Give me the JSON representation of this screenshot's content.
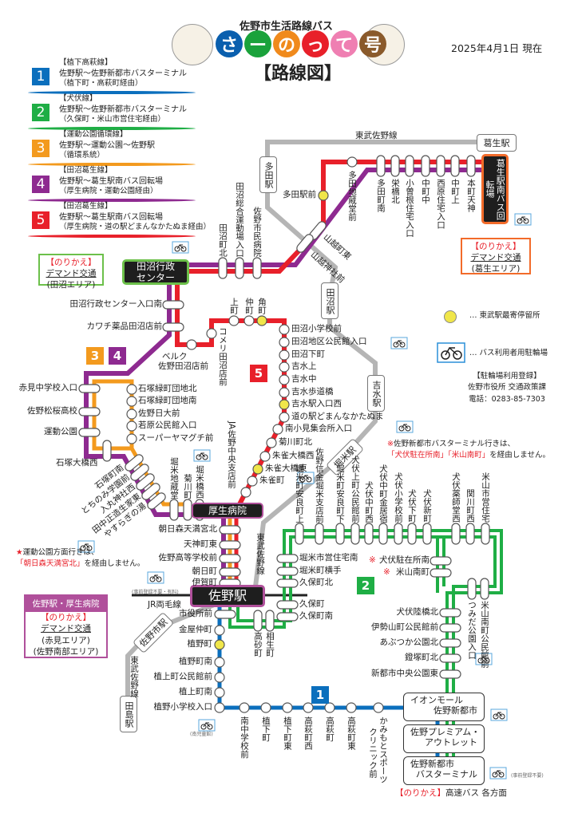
{
  "header": {
    "subtitle": "佐野市生活路線バス",
    "logo_chars": [
      "さ",
      "ー",
      "の",
      "っ",
      "て",
      "号"
    ],
    "logo_colors": [
      "#0a5fae",
      "#1aa23b",
      "#f08a1c",
      "#e8202a",
      "#ef7fb2",
      "#8a5a2b"
    ],
    "title": "【路線図】",
    "date": "2025年4月1日 現在"
  },
  "routes": [
    {
      "num": "1",
      "name": "【植下高萩線】",
      "line1": "佐野駅～佐野新都市バスターミナル",
      "line2": "（植下町・高萩町経由）",
      "color": "#0b6fbd"
    },
    {
      "num": "2",
      "name": "【犬伏線】",
      "line1": "佐野駅～佐野新都市バスターミナル",
      "line2": "（久保町・米山市営住宅経由）",
      "color": "#1fae45"
    },
    {
      "num": "3",
      "name": "【運動公園循環線】",
      "line1": "佐野駅～運動公園～佐野駅",
      "line2": "（循環系統）",
      "color": "#f39a1e"
    },
    {
      "num": "4",
      "name": "【田沼葛生線】",
      "line1": "佐野駅～葛生駅南バス回転場",
      "line2": "（厚生病院・運動公園経由）",
      "color": "#8e2a90"
    },
    {
      "num": "5",
      "name": "【田沼葛生線】",
      "line1": "佐野駅～葛生駅南バス回転場",
      "line2": "（厚生病院・道の駅どまんなかたぬま経由）",
      "color": "#e8202a"
    }
  ],
  "railway": {
    "tobu_label": "東武佐野線",
    "jr_label": "JR両毛線",
    "kuzuu": "葛生駅",
    "tada": "多田駅",
    "tanuma": "田沼駅",
    "yoshimizu": "吉水駅",
    "horigome": "堀米駅",
    "sano_shi": "佐野市駅",
    "tajima": "田島駅"
  },
  "hubs": {
    "kuzuu_minami": "葛生駅南バス回転場",
    "tanuma_center_1": "田沼行政",
    "tanuma_center_2": "センター",
    "kousei": "厚生病院",
    "sano": "佐野駅",
    "aeon_1": "イオンモール",
    "aeon_2": "佐野新都市",
    "outlet_1": "佐野プレミアム・",
    "outlet_2": "アウトレット",
    "terminal_1": "佐野新都市",
    "terminal_2": "バスターミナル"
  },
  "transfers": {
    "label": "【のりかえ】",
    "demand": "デマンド交通",
    "tanuma_area": "(田沼エリア)",
    "kuzuu_area": "(葛生エリア)",
    "sano_title": "佐野駅・厚生病院",
    "akami_area": "(赤見エリア)",
    "sano_south_area": "(佐野南部エリア)",
    "express": "高速バス 各方面"
  },
  "stops": {
    "kuzuu_row": [
      "多田町南",
      "栄橋北",
      "小曽根住宅入口",
      "中町中",
      "西原住宅入口",
      "中町上",
      "本町天神"
    ],
    "tada": [
      "多田地蔵堂前",
      "多田駅前",
      "山越町東",
      "山越神社前"
    ],
    "tanuma_row": [
      "田沼町北",
      "田沼総合運動場入口",
      "佐野市民病院"
    ],
    "tanuma_col": [
      "田沼行政センター入口南",
      "カワチ薬品田沼店前"
    ],
    "beruku_1": "ベルク",
    "beruku_2": "佐野田沼店前",
    "komeri": "コメリ田沼店前",
    "machi": [
      "上町",
      "仲町",
      "角町"
    ],
    "r5_col": [
      "田沼小学校前",
      "田沼地区公民館入口",
      "田沼下町",
      "吉水上",
      "吉水中",
      "吉水歩道橋",
      "吉水駅入口西",
      "道の駅どまんなかたぬま"
    ],
    "r5_diag": [
      "南小見集会所入口",
      "菊川町北",
      "朱雀大橋西",
      "朱雀大橋東",
      "朱雀町"
    ],
    "ja": "JA佐野中央支店前",
    "p4_left": [
      "赤見中学校入口",
      "佐野松桜高校",
      "運動公園"
    ],
    "ishizuka_ohashi": "石塚大橋西",
    "o3_right": [
      "石塚緑町団地北",
      "石塚緑町団地南",
      "佐野日大前",
      "若原公民館入口",
      "スーパーヤマグチ前"
    ],
    "diag": [
      "石塚町南",
      "とちのみ学園前",
      "入丸神社西",
      "田中正造生家東",
      "やすらぎの湯"
    ],
    "kousei_row": [
      "堀米地蔵堂",
      "菊川町",
      "堀米橋西"
    ],
    "trunk": [
      "朝日森天満宮北",
      "天神町東",
      "佐野高等学校前",
      "朝日町",
      "伊賀町"
    ],
    "blue_col": [
      "市役所前",
      "金屋仲町",
      "植野町",
      "植野町南",
      "植上町公民館前",
      "植上町南",
      "植野小学校入口"
    ],
    "blue_row": [
      "南中学校前",
      "植下町",
      "植下町東",
      "高萩町西",
      "高萩町",
      "高萩町東"
    ],
    "kamimoto_1": "かみもとスポーツ",
    "kamimoto_2": "クリニック前",
    "green_top": [
      "堀米町安良町上",
      "佐野信金堀米支店前",
      "堀米町安良町下",
      "犬伏上町公民館前",
      "犬伏中町西",
      "犬伏中町金居宿",
      "犬伏小学校前",
      "犬伏下町",
      "犬伏新町",
      "犬伏薬師堂西",
      "関川町西",
      "米山市営住宅"
    ],
    "green_left": [
      "堀米市営住宅南",
      "堀米町横手",
      "久保町北",
      "久保町",
      "久保町南"
    ],
    "green_bottom": [
      "高砂町",
      "相生町"
    ],
    "green_branch": [
      "犬伏駐在所南",
      "米山南町"
    ],
    "green_right": [
      "犬伏陸橋北",
      "伊勢山町公民館前",
      "あぶつか公園北",
      "鐙塚町北",
      "新都市中央公園東"
    ],
    "green_loop": [
      "つみだ公園入口",
      "米山南町公民館前"
    ]
  },
  "legend": {
    "tobu_nearest": "… 東武駅最寄停留所",
    "bike": "… バス利用者用駐輪場",
    "reg_title": "【駐輪場利用登録】",
    "reg_office": "佐野市役所 交通政策課",
    "reg_phone": "電話：0283-85-7303"
  },
  "notes": {
    "star_mark": "★",
    "star_text": "運動公園方面行きは、",
    "star_stop": "「朝日森天満宮北」",
    "star_tail": "を経由しません。",
    "kome_mark": "※",
    "kome_text": "佐野新都市バスターミナル行きは、",
    "kome_stop1": "「犬伏駐在所南」",
    "kome_stop2": "「米山南町」",
    "kome_tail": "を経由しません。",
    "bike_sano": "(事前登録不要・有料)",
    "bike_minami": "(南児童館)",
    "bike_terminal": "(事前登録不要)"
  }
}
